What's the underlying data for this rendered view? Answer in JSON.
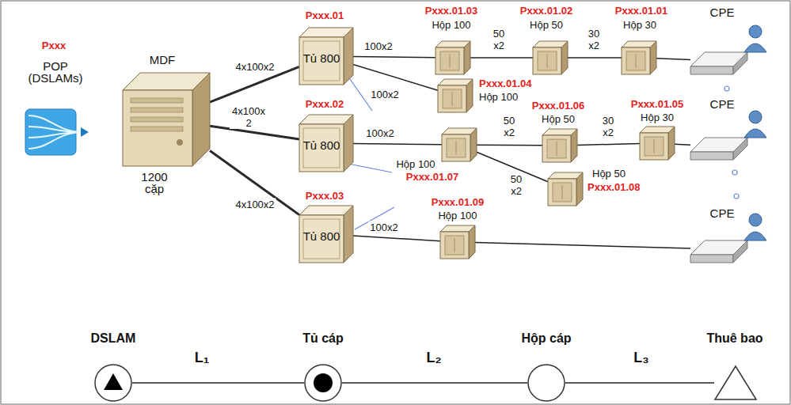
{
  "diagram": {
    "nodes": [
      {
        "text": [
          "Pxxx",
          "POP (DSLAMs)"
        ]
      },
      {
        "text": [
          "MDF",
          "1200 cặp"
        ]
      },
      {
        "text": [
          "Pxxx.01",
          "Tủ 800"
        ]
      },
      {
        "text": [
          "Pxxx.02",
          "Tủ 800"
        ]
      },
      {
        "text": [
          "Pxxx.03",
          "Tủ 800"
        ]
      },
      {
        "text": [
          "Pxxx.01.03",
          "Hộp 100"
        ]
      },
      {
        "text": [
          "Pxxx.01.02",
          "Hộp 50"
        ]
      },
      {
        "text": [
          "Pxxx.01.01",
          "Hộp 30"
        ]
      },
      {
        "text": [
          "CPE"
        ]
      },
      {
        "text": [
          "Pxxx.01.04",
          "Hộp 100"
        ]
      },
      {
        "text": [
          "Hộp 100",
          "Pxxx.01.07"
        ]
      },
      {
        "text": [
          "Pxxx.01.06",
          "Hộp 50"
        ]
      },
      {
        "text": [
          "Pxxx.01.05",
          "Hộp 30"
        ]
      },
      {
        "text": [
          "CPE"
        ]
      },
      {
        "text": [
          "Hộp 50",
          "Pxxx.01.08"
        ]
      },
      {
        "text": [
          "Pxxx.01.09",
          "Hộp 100"
        ]
      },
      {
        "text": [
          "CPE"
        ]
      },
      {
        "text": [
          "DSLAM"
        ]
      },
      {
        "text": [
          "Tủ cáp"
        ]
      },
      {
        "text": [
          "Hộp cáp"
        ]
      },
      {
        "text": [
          "Thuê bao"
        ]
      }
    ],
    "edges": [
      {
        "from": 1,
        "to": 2,
        "label": "4x100x2",
        "arrow": "none"
      },
      {
        "from": 1,
        "to": 3,
        "label": "4x100x 2",
        "arrow": "none"
      },
      {
        "from": 1,
        "to": 4,
        "label": "4x100x2",
        "arrow": "none"
      },
      {
        "from": 2,
        "to": 5,
        "label": "100x2",
        "arrow": "none"
      },
      {
        "from": 5,
        "to": 6,
        "label": "50 x2",
        "arrow": "none"
      },
      {
        "from": 6,
        "to": 7,
        "label": "30 x2",
        "arrow": "none"
      },
      {
        "from": 2,
        "to": 9,
        "label": "100x2",
        "arrow": "none"
      },
      {
        "from": 3,
        "to": 10,
        "label": "100x2",
        "arrow": "none"
      },
      {
        "from": 10,
        "to": 11,
        "label": "50 x2",
        "arrow": "none"
      },
      {
        "from": 11,
        "to": 12,
        "label": "30 x2",
        "arrow": "none"
      },
      {
        "from": 10,
        "to": 14,
        "label": "50 x2",
        "arrow": "none"
      },
      {
        "from": 4,
        "to": 15,
        "label": "100x2",
        "arrow": "none"
      },
      {
        "from": 7,
        "to": 8,
        "arrow": "none"
      },
      {
        "from": 12,
        "to": 13,
        "arrow": "none"
      },
      {
        "from": 15,
        "to": 16,
        "arrow": "none"
      },
      {
        "from": 17,
        "to": 18,
        "label": "L₁",
        "arrow": "none"
      },
      {
        "from": 18,
        "to": 19,
        "label": "L₂",
        "arrow": "none"
      },
      {
        "from": 19,
        "to": 20,
        "label": "L₃",
        "arrow": "none"
      }
    ]
  }
}
